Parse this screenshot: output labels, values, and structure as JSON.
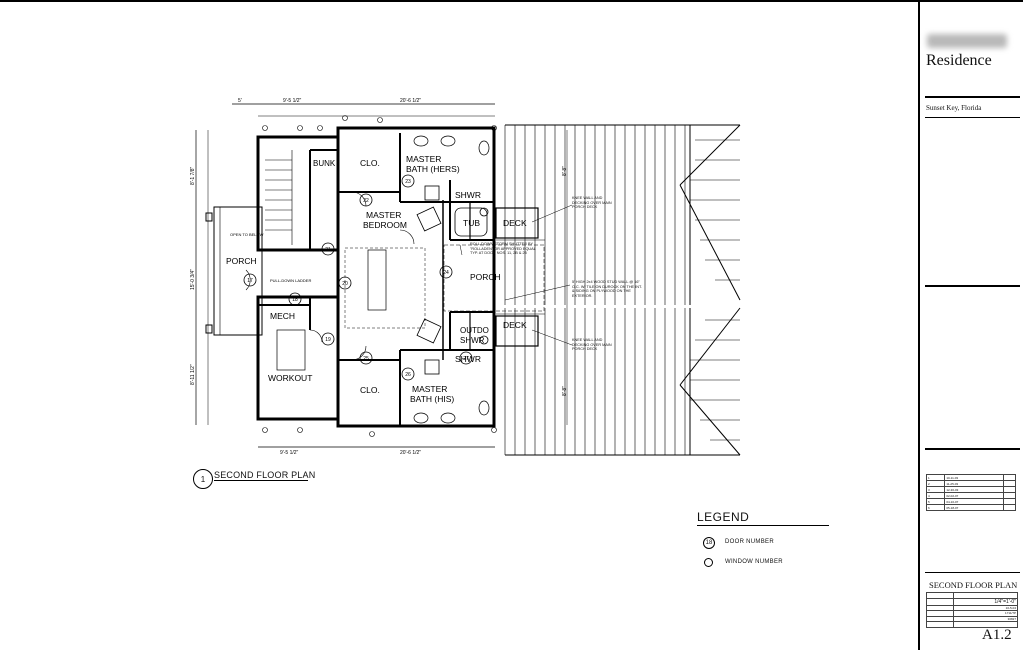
{
  "title_block": {
    "project_name": "Residence",
    "location": "Sunset Key, Florida",
    "sheet_title": "SECOND FLOOR PLAN",
    "scale": "1/4\"=1'-0\"",
    "sheet_number": "A1.2",
    "revisions": [
      {
        "no": "1",
        "date": "10-11-03"
      },
      {
        "no": "2",
        "date": "11-25-03"
      },
      {
        "no": "3",
        "date": "12-30-03"
      },
      {
        "no": "4",
        "date": "02-02-07"
      },
      {
        "no": "5",
        "date": "04-10-07"
      },
      {
        "no": "6",
        "date": "05-18-07"
      }
    ],
    "info_values": [
      "",
      "1/4\"=1'-0\"",
      "10-5-04",
      "1711/7P",
      "30827",
      ""
    ]
  },
  "drawing": {
    "plan_number": "1",
    "plan_title": "SECOND FLOOR PLAN"
  },
  "legend": {
    "title": "LEGEND",
    "door_symbol": "18",
    "door_label": "DOOR NUMBER",
    "window_label": "WINDOW NUMBER"
  },
  "rooms": {
    "bunk": "BUNK",
    "clo_top": "CLO.",
    "master_bath_hers_1": "MASTER",
    "master_bath_hers_2": "BATH (HERS)",
    "master_bedroom_1": "MASTER",
    "master_bedroom_2": "BEDROOM",
    "shwr_top": "SHWR",
    "tub": "TUB",
    "deck_top": "DECK",
    "porch_left": "PORCH",
    "porch_center": "PORCH",
    "open_to_below": "OPEN TO BELOW",
    "pull_down_ladder": "PULL-DOWN LADDER",
    "mech": "MECH",
    "outdoor_shwr_1": "OUTDO",
    "outdoor_shwr_2": "SHWR",
    "deck_bottom": "DECK",
    "shwr_bottom": "SHWR",
    "workout": "WORKOUT",
    "clo_bottom": "CLO.",
    "master_bath_his_1": "MASTER",
    "master_bath_his_2": "BATH (HIS)"
  },
  "door_tags": {
    "d22": "22",
    "d23": "23",
    "d21": "21",
    "d20": "20",
    "d17": "17",
    "d18": "18",
    "d19": "19",
    "d24": "24",
    "d25": "25",
    "d26": "26",
    "d27": "27"
  },
  "notes": {
    "storm_shutter": "ROLL-DOWN STORM SHUTTER BY \"ROLLADEN\" OR APPROVED EQUAL TYP. AT DOOR NOS. 11, 2B & 25",
    "wood_stud": "5' HIGH 2x4 WOOD STUD WALL @ 16\" O.C. W/ TILE ON DUROCK ON THE INT. & SIDING ON PLYWOOD ON THE EXTERIOR.",
    "knee_wall_top": "KNEE WALL AND DECKING OVER MAIN PORCH DECK",
    "knee_wall_bottom": "KNEE WALL AND DECKING OVER MAIN PORCH DECK"
  },
  "dimensions": {
    "top_a": "5'",
    "top_b": "9'-5 1/2\"",
    "top_c": "20'-6 1/2\"",
    "bottom_a": "9'-5 1/2\"",
    "bottom_b": "20'-6 1/2\"",
    "left_a": "8'-1 7/8\"",
    "left_b": "15'-0 3/4\"",
    "left_c": "8'-11 1/2\"",
    "right_a": "8'-8\"",
    "right_b": "8'-8\""
  }
}
